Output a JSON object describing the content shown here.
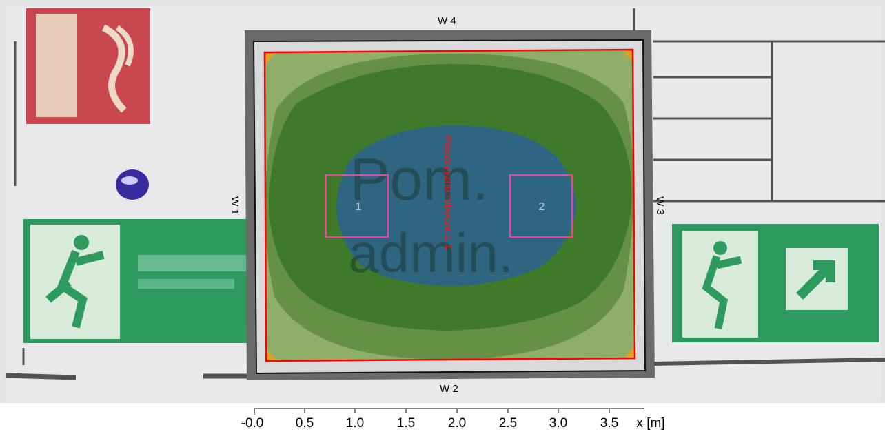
{
  "walls": {
    "top": "W 4",
    "bottom": "W 2",
    "left": "W 1",
    "right": "W 3"
  },
  "work_plane_label": "Płaszczyzna robocza 1.1",
  "measurement_points": [
    {
      "label": "1"
    },
    {
      "label": "2"
    }
  ],
  "background_sign_text": {
    "line1": "Pom.",
    "line2": "admin."
  },
  "scale_bar": {
    "unit": "x [m]",
    "ticks": [
      "-0.0",
      "0.5",
      "1.0",
      "1.5",
      "2.0",
      "2.5",
      "3.0",
      "3.5"
    ]
  },
  "colors": {
    "zone_outer": "#7fa556",
    "zone_middle": "#3f7f2c",
    "zone_inner": "#2f6a7e",
    "room_border": "#6a6a6a",
    "work_plane_border": "#ff0000",
    "point_border": "#ff3aa0",
    "corner_fill": "#e0a020"
  },
  "icons": [
    "fire-alarm-button-icon",
    "fire-extinguisher-icon",
    "emergency-exit-sign-left-icon",
    "emergency-exit-sign-right-icon"
  ]
}
